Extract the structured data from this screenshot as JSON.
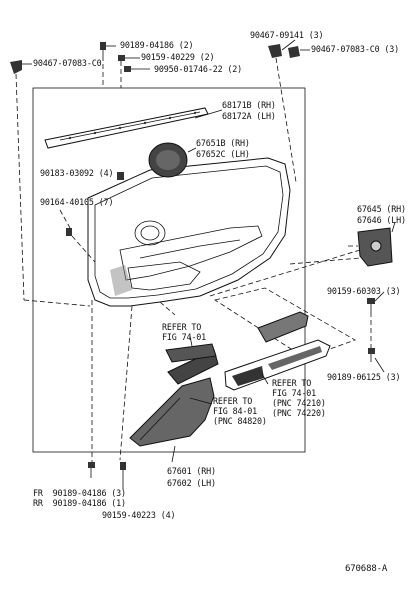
{
  "labels": {
    "p90189_04186": "90189-04186 (2)",
    "p90159_40229": "90159-40229 (2)",
    "p90950_01746": "90950-01746-22 (2)",
    "p90467_07083_left": "90467-07083-C0",
    "p90467_09141": "90467-09141 (3)",
    "p90467_07083_right": "90467-07083-C0 (3)",
    "p68171b": "68171B (RH)",
    "p68172a": "68172A (LH)",
    "p67651b": "67651B (RH)",
    "p67652c": "67652C (LH)",
    "p90183_03092": "90183-03092 (4)",
    "p90164_40105": "90164-40105 (7)",
    "p67645": "67645 (RH)",
    "p67646": "67646 (LH)",
    "p90159_60303": "90159-60303 (3)",
    "p90189_06125": "90189-06125 (3)",
    "ref1_line1": "REFER TO",
    "ref1_line2": "FIG 74-01",
    "ref2_line1": "REFER TO",
    "ref2_line2": "FIG 74-01",
    "ref2_line3": "(PNC 74210)",
    "ref2_line4": "(PNC 74220)",
    "ref3_line1": "REFER TO",
    "ref3_line2": "FIG 84-01",
    "ref3_line3": "(PNC 84820)",
    "p67601": "67601 (RH)",
    "p67602": "67602 (LH)",
    "fr_line": "FR  90189-04186 (3)",
    "rr_line": "RR  90189-04186 (1)",
    "p90159_40223": "90159-40223 (4)",
    "figure_code": "670688-A"
  },
  "icons": [
    "clip-icon",
    "screw-icon",
    "bolt-icon",
    "speaker-grille-icon",
    "bracket-icon"
  ]
}
